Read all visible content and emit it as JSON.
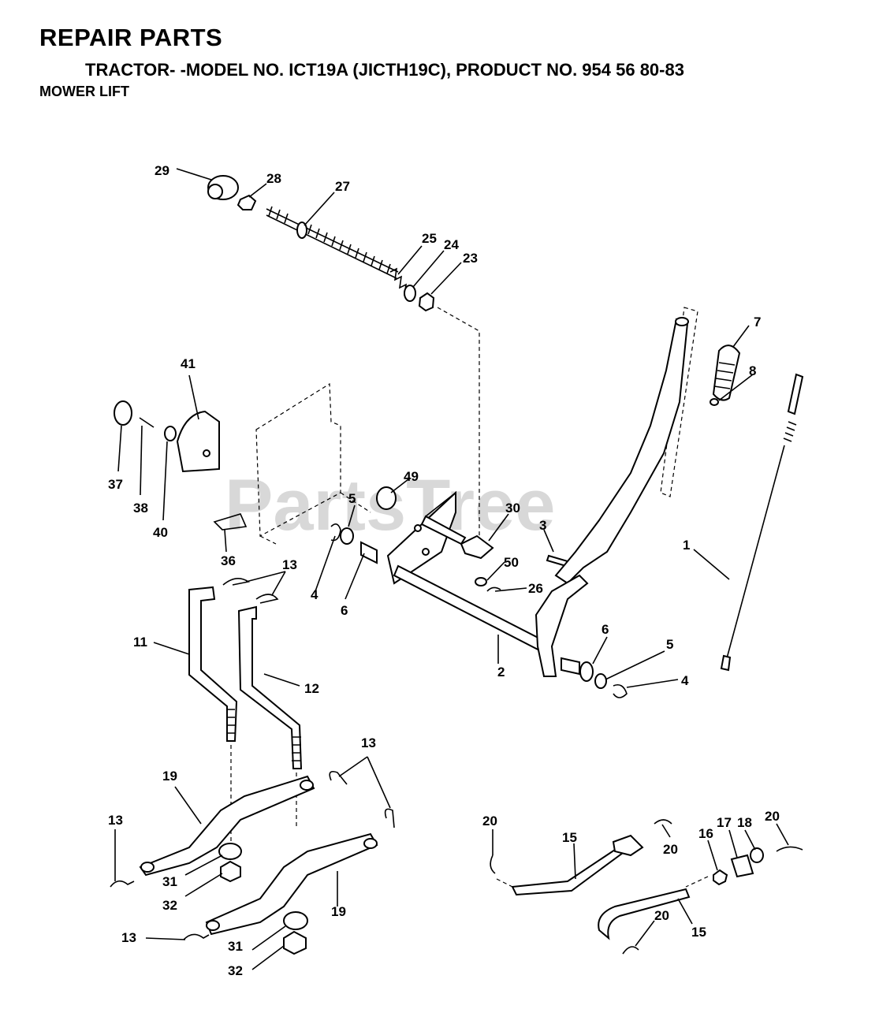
{
  "header": {
    "title": "REPAIR PARTS",
    "model_line": "TRACTOR- -MODEL NO. ICT19A (JICTH19C), PRODUCT NO. 954 56 80-83",
    "section": "MOWER LIFT"
  },
  "watermark": "PartsTree",
  "callouts": [
    "29",
    "28",
    "27",
    "25",
    "24",
    "23",
    "7",
    "8",
    "41",
    "37",
    "38",
    "40",
    "49",
    "5",
    "30",
    "3",
    "1",
    "36",
    "13",
    "4",
    "6",
    "50",
    "26",
    "11",
    "12",
    "2",
    "6",
    "5",
    "4",
    "13",
    "19",
    "13",
    "31",
    "32",
    "19",
    "13",
    "31",
    "32",
    "20",
    "15",
    "20",
    "16",
    "17",
    "18",
    "20",
    "20",
    "15"
  ]
}
